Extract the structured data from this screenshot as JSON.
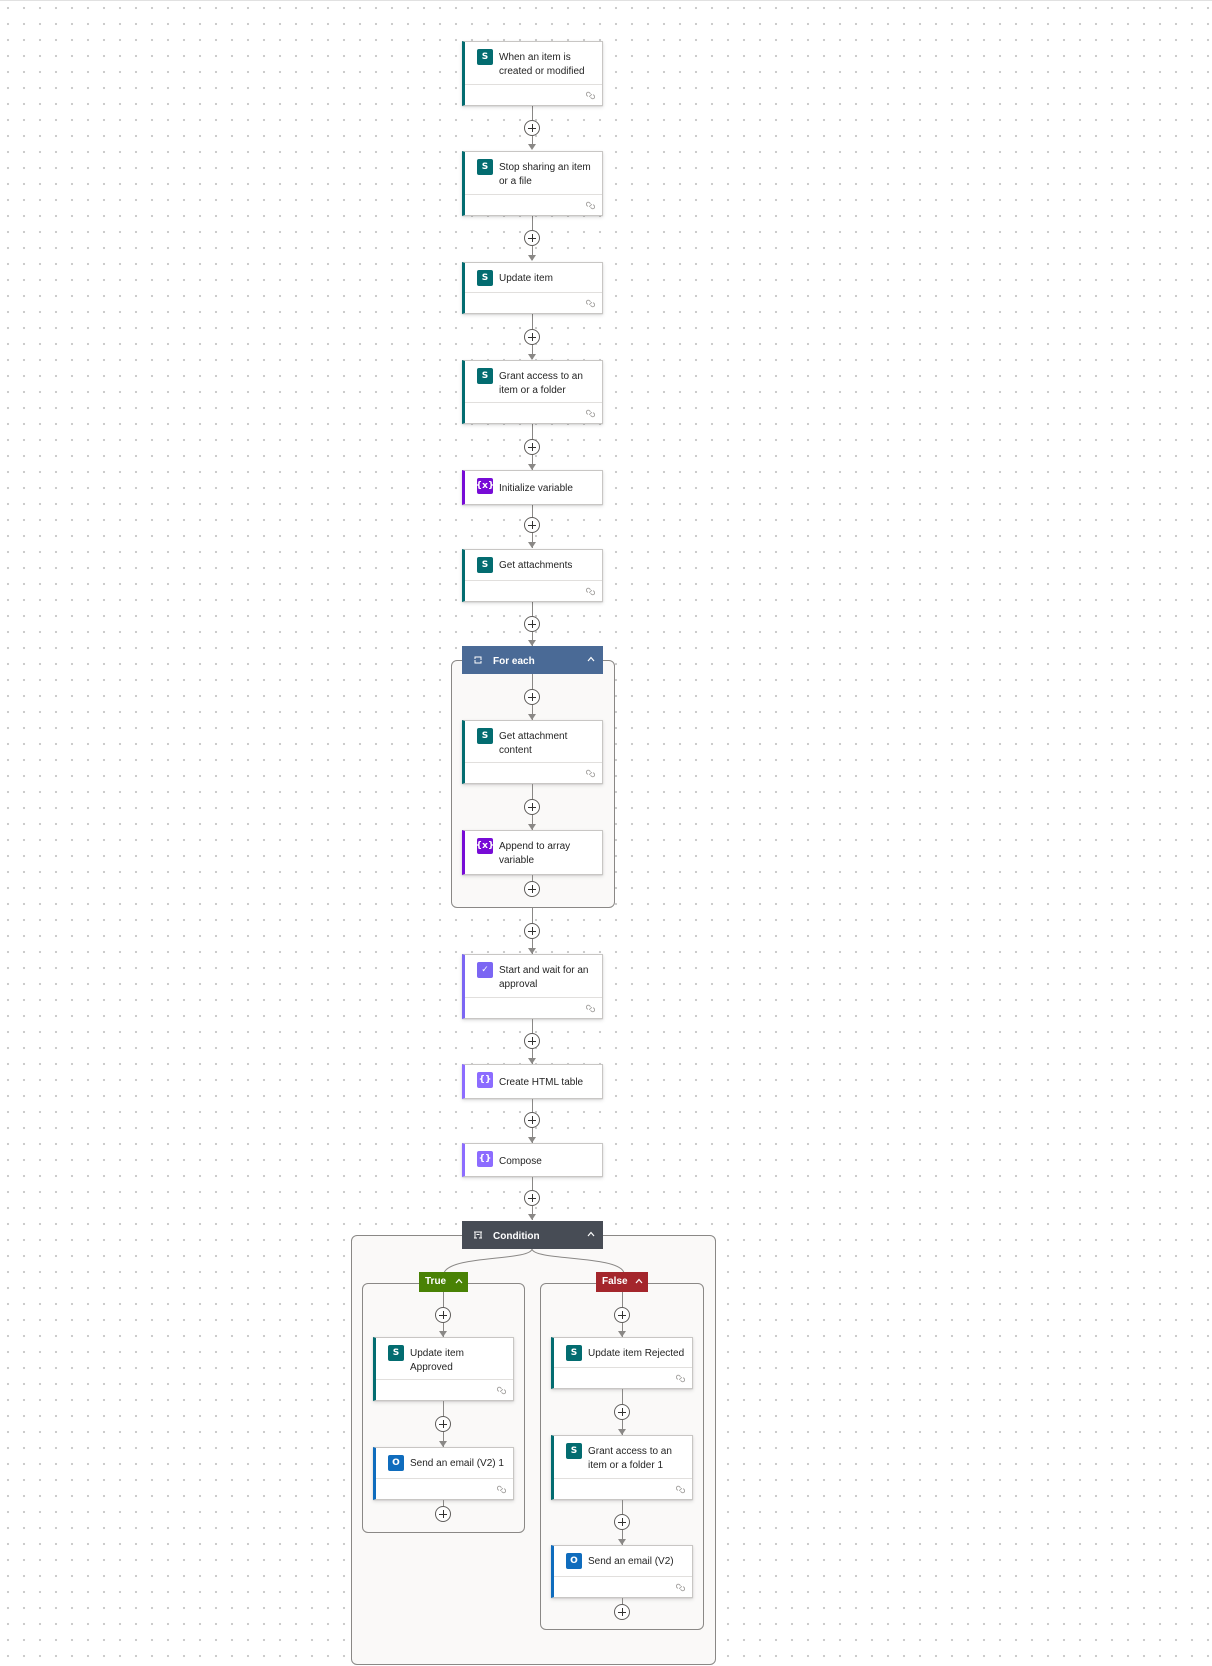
{
  "flow": {
    "trigger": {
      "title": "When an item is created or modified",
      "icon": "sharepoint-icon"
    },
    "steps": [
      {
        "title": "Stop sharing an item or a file",
        "icon": "sharepoint-icon"
      },
      {
        "title": "Update item",
        "icon": "sharepoint-icon"
      },
      {
        "title": "Grant access to an item or a folder",
        "icon": "sharepoint-icon"
      },
      {
        "title": "Initialize variable",
        "icon": "variable-icon"
      },
      {
        "title": "Get attachments",
        "icon": "sharepoint-icon"
      }
    ],
    "foreach": {
      "title": "For each",
      "icon": "loop-icon",
      "color": "#4a6a96",
      "steps": [
        {
          "title": "Get attachment content",
          "icon": "sharepoint-icon"
        },
        {
          "title": "Append to array variable",
          "icon": "variable-icon"
        }
      ]
    },
    "after_steps": [
      {
        "title": "Start and wait for an approval",
        "icon": "approvals-icon"
      },
      {
        "title": "Create HTML table",
        "icon": "data-operation-icon"
      },
      {
        "title": "Compose",
        "icon": "data-operation-icon"
      }
    ],
    "condition": {
      "title": "Condition",
      "icon": "condition-icon",
      "color": "#474c55",
      "true_branch": {
        "label": "True",
        "color": "#498205",
        "steps": [
          {
            "title": "Update item Approved",
            "icon": "sharepoint-icon"
          },
          {
            "title": "Send an email (V2) 1",
            "icon": "outlook-icon"
          }
        ]
      },
      "false_branch": {
        "label": "False",
        "color": "#a4262c",
        "steps": [
          {
            "title": "Update item Rejected",
            "icon": "sharepoint-icon"
          },
          {
            "title": "Grant access to an item or a folder 1",
            "icon": "sharepoint-icon"
          },
          {
            "title": "Send an email (V2)",
            "icon": "outlook-icon"
          }
        ]
      }
    }
  },
  "colors": {
    "sharepoint": "#036c70",
    "variable": "#770bd6",
    "approvals": "#7b66f3",
    "data_operation": "#8c6cff",
    "outlook": "#0f6cbd"
  }
}
